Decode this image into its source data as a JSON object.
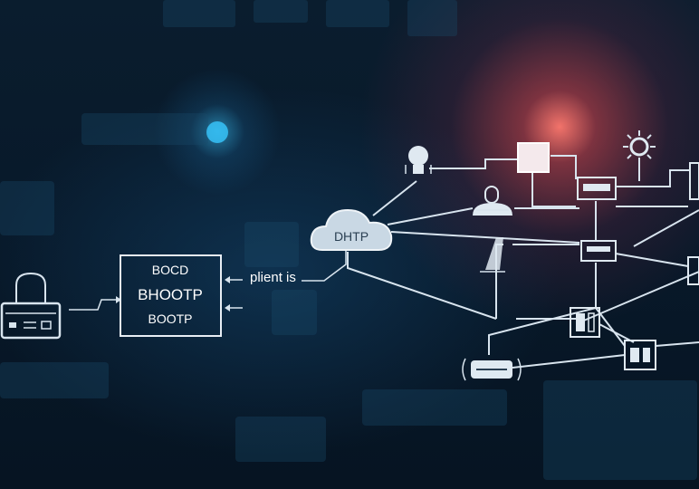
{
  "diagram": {
    "box_labels": [
      "BOCD",
      "BHOOTP",
      "BOOTP"
    ],
    "client_label": "plient is",
    "cloud_label": "DHTP"
  },
  "colors": {
    "background": "#061320",
    "line": "#d8e4ee",
    "glow": "#ff7a6e",
    "accent_blue": "#3cc8ff"
  },
  "icons": [
    "computer-terminal-icon",
    "cloud-icon",
    "lightbulb-icon",
    "router-icon",
    "gear-icon",
    "switch-icon",
    "server-icon",
    "monitor-icon",
    "mobile-device-icon",
    "network-card-icon",
    "hub-icon"
  ]
}
